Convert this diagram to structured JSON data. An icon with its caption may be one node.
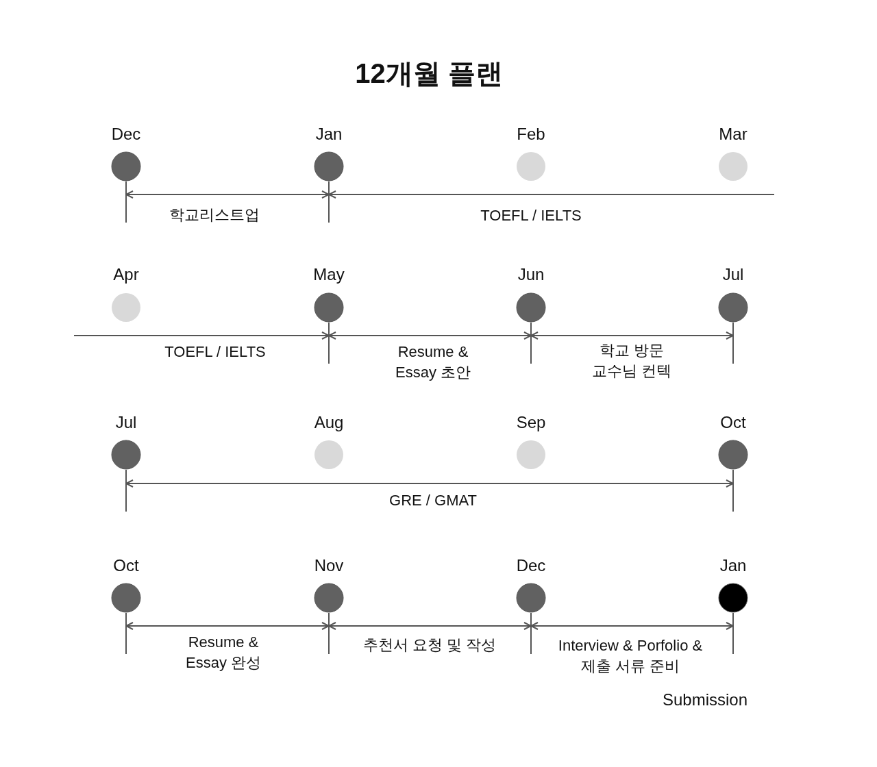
{
  "diagram": {
    "title": "12개월 플랜",
    "nodes": [
      {
        "text": [
          "Dec"
        ]
      },
      {
        "text": [
          "Jan"
        ]
      },
      {
        "text": [
          "Feb"
        ]
      },
      {
        "text": [
          "Mar"
        ]
      },
      {
        "text": [
          "Apr"
        ]
      },
      {
        "text": [
          "May"
        ]
      },
      {
        "text": [
          "Jun"
        ]
      },
      {
        "text": [
          "Jul"
        ]
      },
      {
        "text": [
          "Jul"
        ]
      },
      {
        "text": [
          "Aug"
        ]
      },
      {
        "text": [
          "Sep"
        ]
      },
      {
        "text": [
          "Oct"
        ]
      },
      {
        "text": [
          "Oct"
        ]
      },
      {
        "text": [
          "Nov"
        ]
      },
      {
        "text": [
          "Dec"
        ]
      },
      {
        "text": [
          "Jan"
        ]
      }
    ],
    "edges": [
      {
        "from": 0,
        "to": 1,
        "arrow": "both",
        "label": "학교리스트업"
      },
      {
        "from": null,
        "to": 1,
        "arrow": "to",
        "label": "TOEFL / IELTS"
      },
      {
        "from": null,
        "to": 5,
        "arrow": "to",
        "label": "TOEFL / IELTS"
      },
      {
        "from": 5,
        "to": 6,
        "arrow": "both",
        "label": "Resume & Essay 초안"
      },
      {
        "from": 6,
        "to": 7,
        "arrow": "both",
        "label": "학교 방문 교수님 컨텍"
      },
      {
        "from": 8,
        "to": 11,
        "arrow": "both",
        "label": "GRE / GMAT"
      },
      {
        "from": 12,
        "to": 13,
        "arrow": "both",
        "label": "Resume & Essay 완성"
      },
      {
        "from": 13,
        "to": 14,
        "arrow": "both",
        "label": "추천서 요청 및 작성"
      },
      {
        "from": 14,
        "to": 15,
        "arrow": "both",
        "label": "Interview & Porfolio & 제출 서류 준비"
      }
    ],
    "labels": [
      "Submission"
    ]
  }
}
